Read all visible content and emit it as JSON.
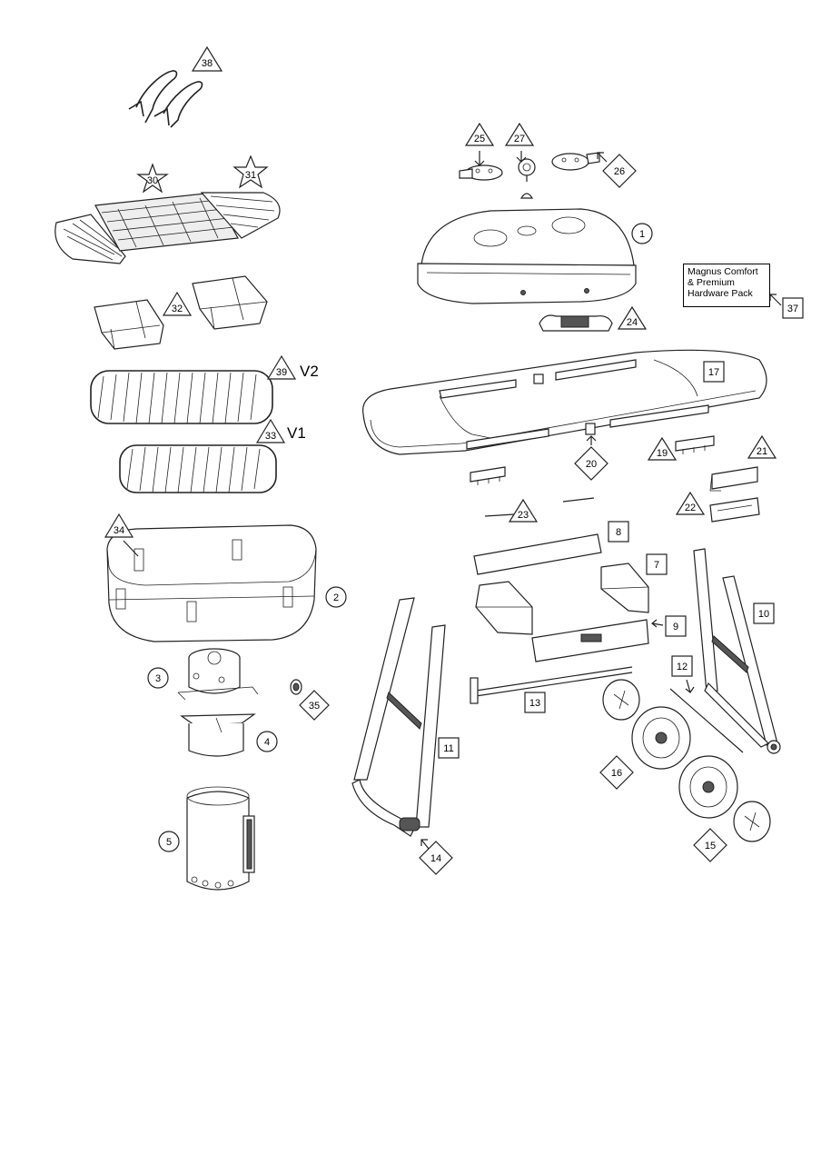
{
  "callouts": {
    "p1": "1",
    "p2": "2",
    "p3": "3",
    "p4": "4",
    "p5": "5",
    "p7": "7",
    "p8": "8",
    "p9": "9",
    "p10": "10",
    "p11": "11",
    "p12": "12",
    "p13": "13",
    "p14": "14",
    "p15": "15",
    "p16": "16",
    "p17": "17",
    "p19": "19",
    "p20": "20",
    "p21": "21",
    "p22": "22",
    "p23": "23",
    "p24": "24",
    "p25": "25",
    "p26": "26",
    "p27": "27",
    "p30": "30",
    "p31": "31",
    "p32": "32",
    "p33": "33",
    "p34": "34",
    "p35": "35",
    "p37": "37",
    "p38": "38",
    "p39": "39"
  },
  "version_labels": {
    "v2": "V2",
    "v1": "V1"
  },
  "hardware_note": "Magnus Comfort & Premium Hardware Pack"
}
